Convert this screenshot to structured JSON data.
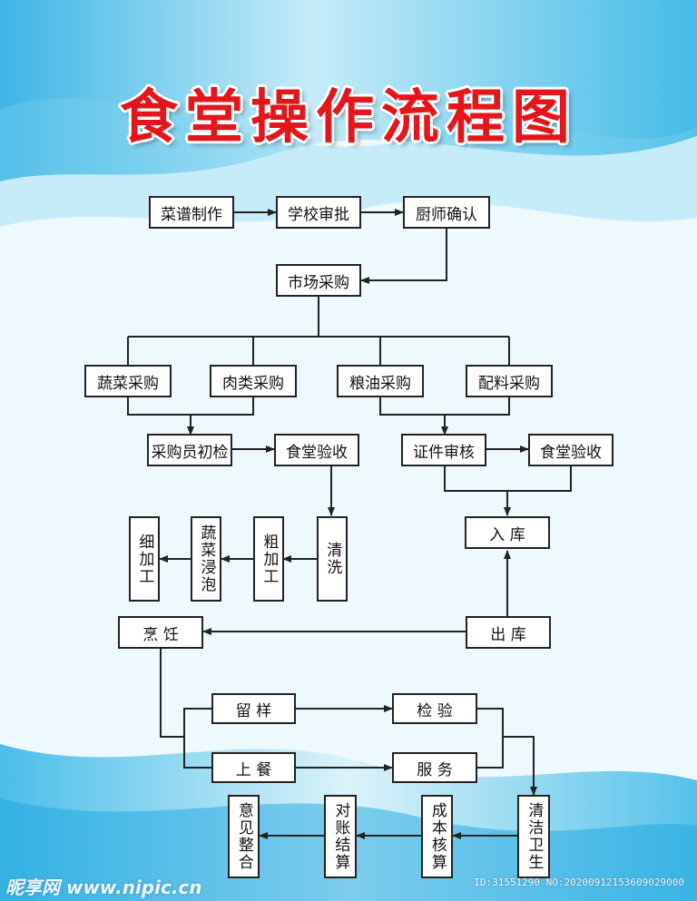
{
  "title": "食堂操作流程图",
  "colors": {
    "title": "#e3171b",
    "line": "#222222",
    "box_bg": "#ffffff",
    "bg_light": "#e8f7fc",
    "bg_blue": "#3bb8e6"
  },
  "nodes": {
    "menu": "菜谱制作",
    "school": "学校审批",
    "chef": "厨师确认",
    "market": "市场采购",
    "veg": "蔬菜采购",
    "meat": "肉类采购",
    "grain": "粮油采购",
    "spice": "配料采购",
    "inspect": "采购员初检",
    "accept1": "食堂验收",
    "cert": "证件审核",
    "accept2": "食堂验收",
    "storein": "入 库",
    "storeout": "出 库",
    "cook": "烹 饪",
    "wash": "清洗",
    "rough": "粗加工",
    "soak": "蔬菜浸泡",
    "fine": "细加工",
    "sample": "留 样",
    "check": "检 验",
    "serve": "上 餐",
    "service": "服 务",
    "clean": "清洁卫生",
    "cost": "成本核算",
    "settle": "对账结算",
    "improve": "意见整合"
  },
  "watermark": {
    "left": "昵享网 www.nipic.cn",
    "right": "ID:31551290 NO:20200912153609029000"
  }
}
